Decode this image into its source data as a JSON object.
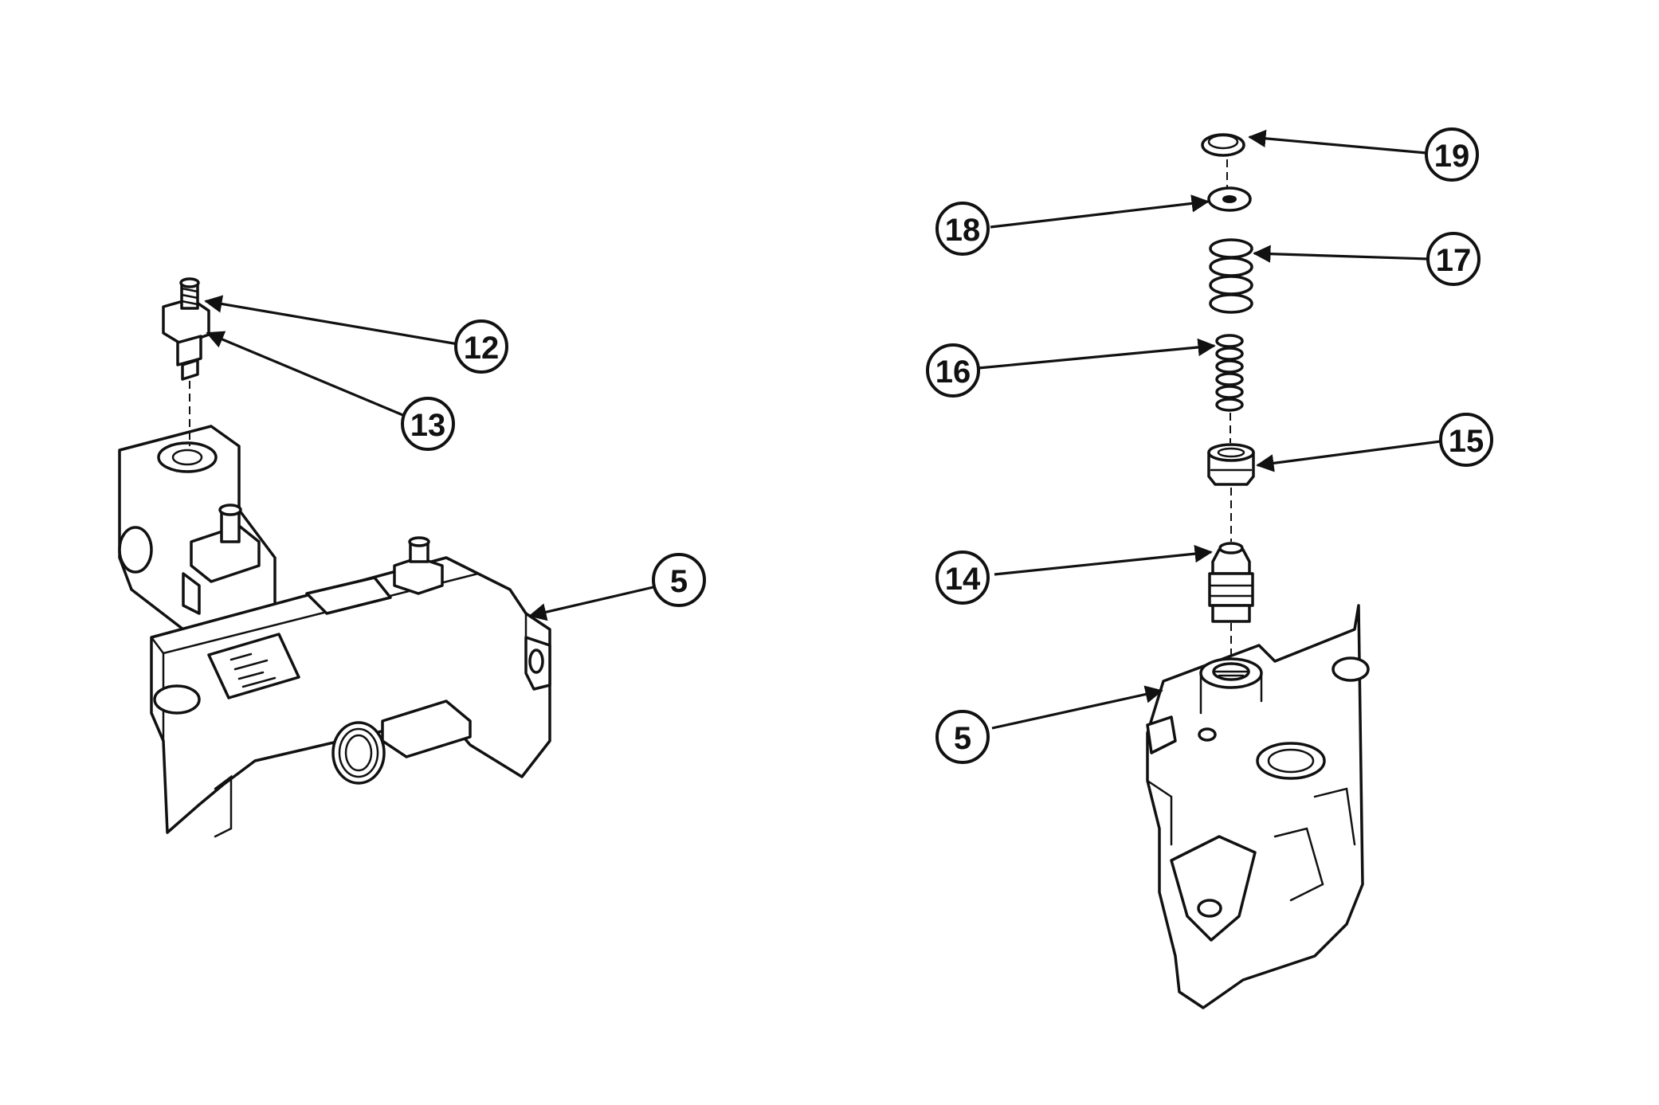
{
  "callouts": {
    "c12": "12",
    "c13": "13",
    "c5_left": "5",
    "c19": "19",
    "c18": "18",
    "c17": "17",
    "c16": "16",
    "c15": "15",
    "c14": "14",
    "c5_right": "5"
  }
}
